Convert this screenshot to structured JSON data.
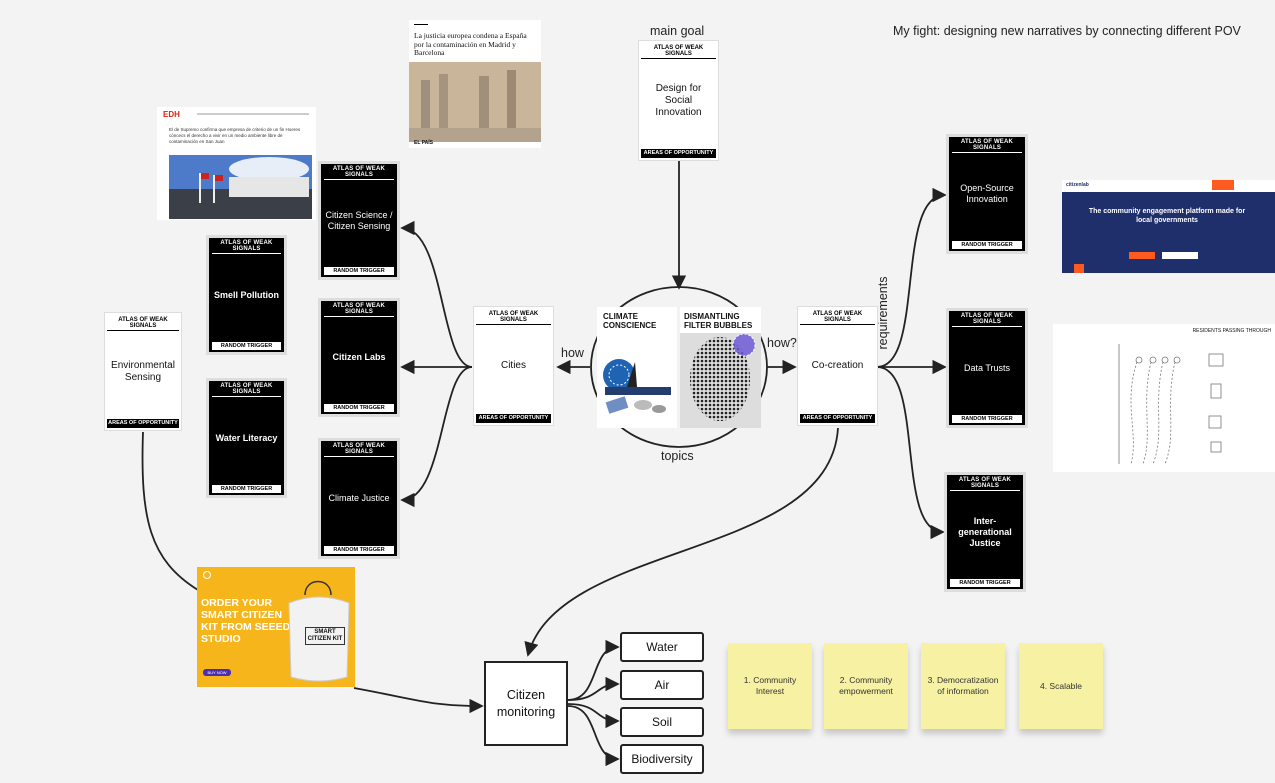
{
  "labels": {
    "main_goal": "main goal",
    "my_fight": "My fight: designing new narratives by connecting different POV",
    "how_left": "how",
    "how_right": "how?",
    "topics": "topics",
    "requirements": "requirements"
  },
  "card_header_weak": "ATLAS OF WEAK SIGNALS",
  "footer_opportunity": "AREAS OF OPPORTUNITY",
  "footer_trigger": "RANDOM TRIGGER",
  "white_cards": {
    "design_social_innovation": "Design for Social Innovation",
    "cities": "Cities",
    "co_creation": "Co-creation",
    "environmental_sensing": "Environmental Sensing"
  },
  "black_cards": {
    "citizen_science": "Citizen Science / Citizen Sensing",
    "citizen_labs": "Citizen Labs",
    "climate_justice": "Climate Justice",
    "smell_pollution": "Smell Pollution",
    "water_literacy": "Water Literacy",
    "open_source": "Open-Source Innovation",
    "data_trusts": "Data Trusts",
    "intergenerational": "Inter-generational Justice"
  },
  "topics_cards": {
    "climate": "CLIMATE CONSCIENCE",
    "filter": "DISMANTLING FILTER BUBBLES"
  },
  "citizen_monitoring": "Citizen monitoring",
  "monitoring_items": [
    "Water",
    "Air",
    "Soil",
    "Biodiversity"
  ],
  "stickies": [
    "1. Community Interest",
    "2. Community empowerment",
    "3. Democratization of information",
    "4. Scalable"
  ],
  "news_thumb": {
    "headline": "La justicia europea condena a España por la contaminación en Madrid y Barcelona",
    "source": "EL PAÍS"
  },
  "small_news": {
    "logo": "EDH",
    "text": "El de Supremo confirma que empresa de criterio de un fin Hoeres cóncecs el derecho a vivir en un medio ambiente libre de contaminación en San Juan"
  },
  "platform_thumb": {
    "brand": "citizenlab",
    "headline": "The community engagement platform made for local governments"
  },
  "kit_ad": {
    "headline": "ORDER YOUR SMART CITIZEN KIT FROM SEEED STUDIO",
    "bag_label": "SMART CITIZEN KIT",
    "button": "BUY NOW"
  },
  "sketch_title": "RESIDENTS PASSING THROUGH",
  "colors": {
    "background": "#f3f3f3",
    "card_black": "#000000",
    "sticky": "#f7f2a3",
    "ad_yellow": "#f7b51c",
    "platform_navy": "#1f2f6b",
    "platform_orange": "#ff5a1f"
  }
}
